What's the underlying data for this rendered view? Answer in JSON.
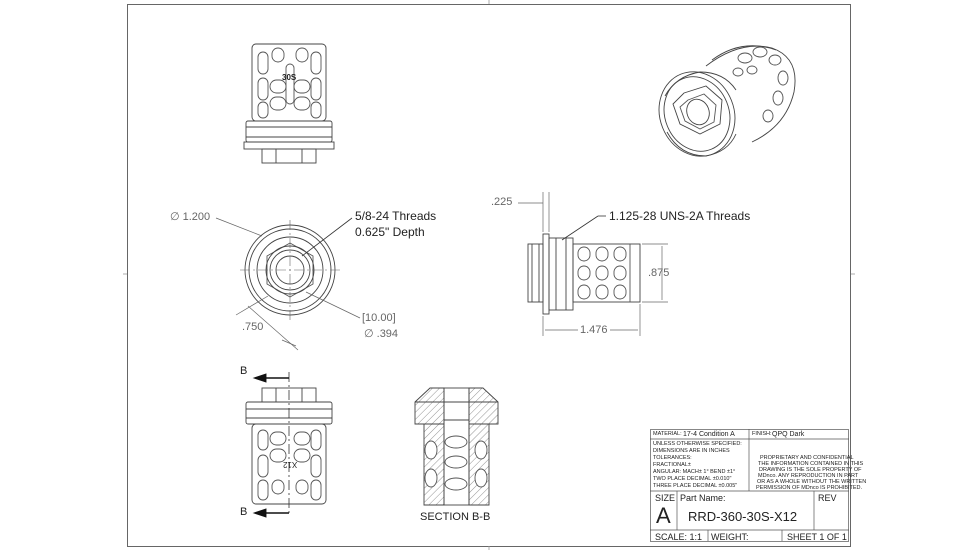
{
  "callouts": {
    "threads_bore": "5/8-24 Threads",
    "threads_depth": "0.625\" Depth",
    "threads_outer": "1.125-28 UNS-2A Threads",
    "part_mark": "30S",
    "part_mark_rotated": "X12"
  },
  "dimensions": {
    "dia_outer": "∅ 1.200",
    "d_750": ".750",
    "d_ref": "[10.00]",
    "dia_394": "∅ .394",
    "d_225": ".225",
    "d_875": ".875",
    "d_1476": "1.476"
  },
  "section": {
    "marker_top": "B",
    "marker_bottom": "B",
    "label": "SECTION B-B"
  },
  "title_block": {
    "material_label": "MATERIAL:",
    "material_value": "17-4 Condition A",
    "finish_label": "FINISH:",
    "finish_value": "QPQ Dark",
    "spec_1": "UNLESS OTHERWISE SPECIFIED:",
    "spec_2": "DIMENSIONS ARE IN INCHES",
    "spec_3": "TOLERANCES:",
    "spec_4": "FRACTIONAL±",
    "spec_5": "ANGULAR: MACH± 1°   BEND ±1°",
    "spec_6": "TWO PLACE DECIMAL    ±0.010\"",
    "spec_7": "THREE PLACE DECIMAL  ±0.005\"",
    "prop_1": "PROPRIETARY AND CONFIDENTIAL",
    "prop_2": "THE INFORMATION CONTAINED IN THIS",
    "prop_3": "DRAWING IS THE SOLE PROPERTY OF",
    "prop_4": "MDnco. ANY REPRODUCTION IN PART",
    "prop_5": "OR AS A WHOLE WITHOUT THE WRITTEN",
    "prop_6": "PERMISSION OF MDnco IS PROHIBITED.",
    "size_label": "SIZE",
    "size_value": "A",
    "part_name_label": "Part Name:",
    "part_name_value": "RRD-360-30S-X12",
    "rev_label": "REV",
    "scale": "SCALE: 1:1",
    "weight": "WEIGHT:",
    "sheet": "SHEET 1 OF 1"
  }
}
